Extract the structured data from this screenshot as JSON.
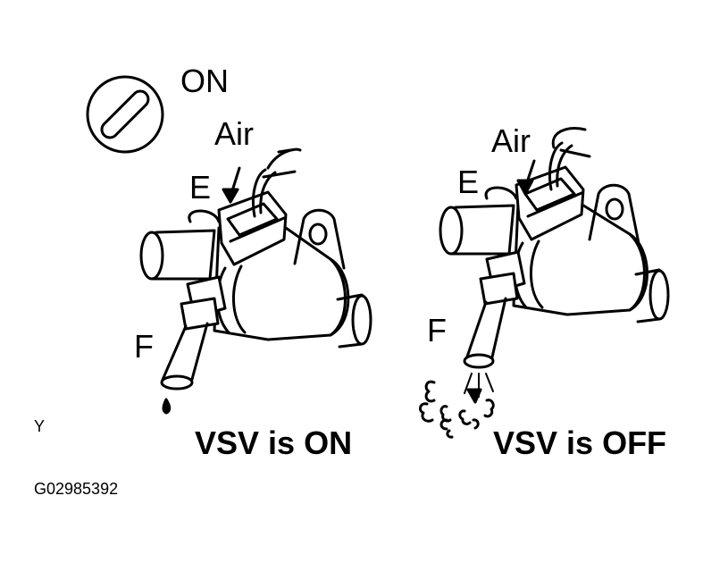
{
  "ignition": {
    "label": "ON"
  },
  "left": {
    "air_label": "Air",
    "e_label": "E",
    "f_label": "F",
    "caption": "VSV is ON"
  },
  "right": {
    "air_label": "Air",
    "e_label": "E",
    "f_label": "F",
    "caption": "VSV is OFF"
  },
  "corner_mark": "Y",
  "figure_id": "G02985392"
}
